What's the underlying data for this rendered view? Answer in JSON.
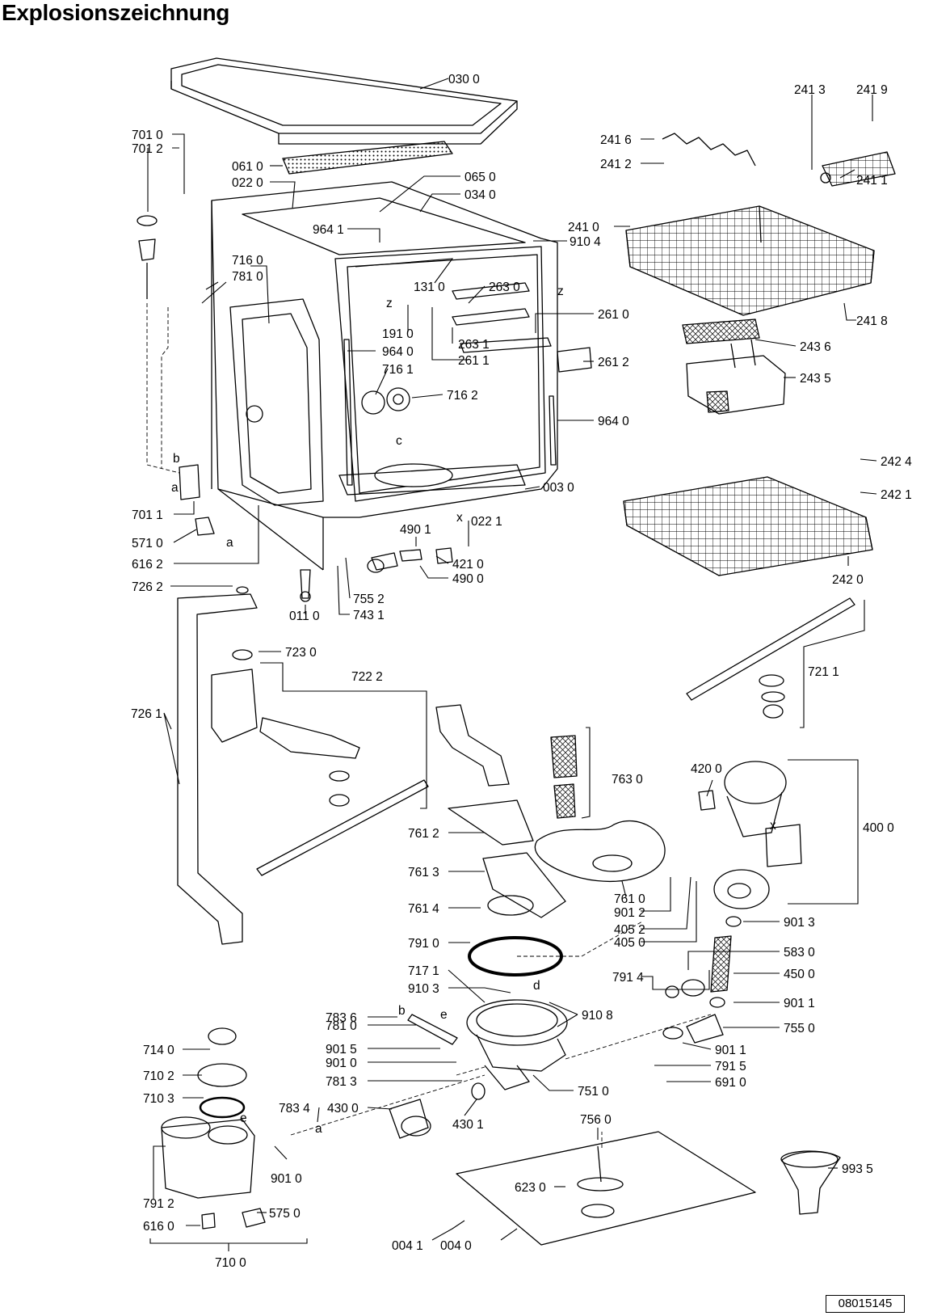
{
  "title": "Explosionszeichnung",
  "document_number": "08015145",
  "part_labels": [
    "030 0",
    "701 0",
    "701 2",
    "061 0",
    "022 0",
    "065 0",
    "034 0",
    "241 3",
    "241 9",
    "241 6",
    "241 2",
    "241 1",
    "964 1",
    "910 4",
    "716 0",
    "781 0",
    "131 0",
    "263 0",
    "241 0",
    "241 8",
    "261 0",
    "191 0",
    "263 1",
    "964 0",
    "261 1",
    "261 2",
    "243 6",
    "243 5",
    "716 1",
    "716 2",
    "964 0",
    "242 4",
    "242 1",
    "003 0",
    "701 1",
    "490 1",
    "022 1",
    "571 0",
    "421 0",
    "616 2",
    "490 0",
    "242 0",
    "726 2",
    "011 0",
    "755 2",
    "743 1",
    "723 0",
    "721 1",
    "722 2",
    "726 1",
    "420 0",
    "763 0",
    "400 0",
    "761 2",
    "761 3",
    "761 0",
    "761 4",
    "901 2",
    "405 2",
    "405 0",
    "901 3",
    "791 0",
    "583 0",
    "791 4",
    "450 0",
    "717 1",
    "910 3",
    "910 8",
    "783 6",
    "901 1",
    "781 0",
    "755 0",
    "901 5",
    "901 1",
    "901 0",
    "791 5",
    "781 3",
    "691 0",
    "751 0",
    "714 0",
    "710 2",
    "710 3",
    "783 4",
    "430 0",
    "430 1",
    "756 0",
    "623 0",
    "993 5",
    "901 0",
    "791 2",
    "575 0",
    "616 0",
    "004 1",
    "004 0",
    "710 0"
  ],
  "callout_letters": [
    "z",
    "z",
    "c",
    "x",
    "b",
    "a",
    "a",
    "x",
    "d",
    "b",
    "e",
    "e",
    "a"
  ]
}
